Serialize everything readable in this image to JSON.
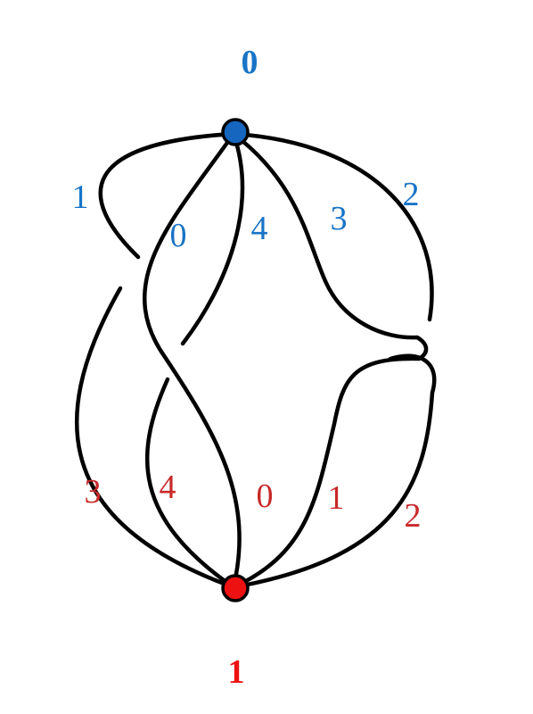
{
  "colors": {
    "top": "#1874c6",
    "bottom": "#c82a2a",
    "top_vertex_fill": "#1666c0",
    "bottom_vertex_fill": "#ee1111",
    "curve": "#000000"
  },
  "vertices": {
    "top": {
      "label": "0"
    },
    "bottom": {
      "label": "1"
    }
  },
  "top_edge_labels": [
    "1",
    "0",
    "4",
    "3",
    "2"
  ],
  "bottom_edge_labels": [
    "3",
    "4",
    "0",
    "1",
    "2"
  ]
}
